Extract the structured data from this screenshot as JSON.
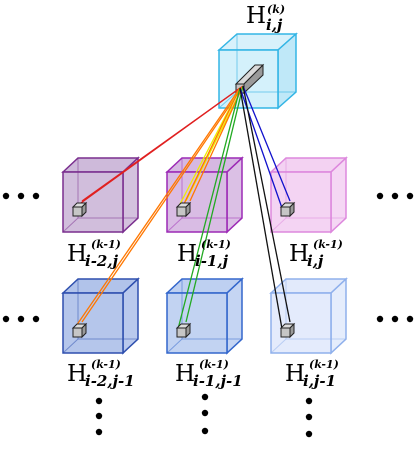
{
  "top_label": {
    "base": "H",
    "sub": "i,j",
    "sup": "(k)"
  },
  "labels": [
    {
      "base": "H",
      "sub": "i-2,j",
      "sup": "(k-1)"
    },
    {
      "base": "H",
      "sub": "i-1,j",
      "sup": "(k-1)"
    },
    {
      "base": "H",
      "sub": "i,j",
      "sup": "(k-1)"
    },
    {
      "base": "H",
      "sub": "i-2,j-1",
      "sup": "(k-1)"
    },
    {
      "base": "H",
      "sub": "i-1,j-1",
      "sup": "(k-1)"
    },
    {
      "base": "H",
      "sub": "i,j-1",
      "sup": "(k-1)"
    }
  ],
  "colors": {
    "top_cube": "#33b5e5",
    "row1": [
      "#7a2e8e",
      "#9c2ab5",
      "#dd88dd"
    ],
    "row2": [
      "#2e4fae",
      "#3366cc",
      "#8fb0ec"
    ],
    "lines": [
      "#e02020",
      "#ff7700",
      "#eeee00",
      "#22aa22",
      "#1111cc",
      "#111111"
    ]
  }
}
